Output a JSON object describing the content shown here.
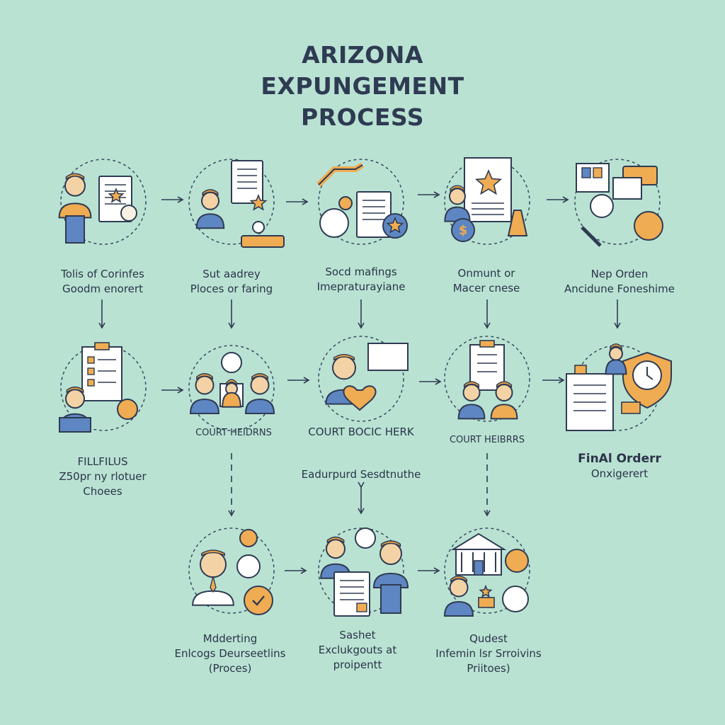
{
  "title": [
    "ARIZONA",
    "EXPUNGEMENT",
    "PROCESS"
  ],
  "steps": [
    {
      "id": "s1",
      "icon": "person-document-star-icon",
      "lines": [
        "Tolis of Corinfes",
        "Goodm enorert"
      ]
    },
    {
      "id": "s2",
      "icon": "support-agent-icon",
      "lines": [
        "Sut aadrey",
        "Ploces  or faring"
      ]
    },
    {
      "id": "s3",
      "icon": "documents-star-icon",
      "lines": [
        "Socd mafings",
        "Imepraturayiane"
      ]
    },
    {
      "id": "s4",
      "icon": "certificate-fees-icon",
      "lines": [
        "Onmunt or",
        "Macer cnese"
      ]
    },
    {
      "id": "s5",
      "icon": "notice-board-icon",
      "lines": [
        "Nep Orden",
        "Ancidune Foneshime"
      ]
    },
    {
      "id": "s6",
      "icon": "filing-checklist-icon",
      "lines": [
        "FILLFILUS",
        "Z50pr ny rlotuer",
        "Choees"
      ]
    },
    {
      "id": "s7",
      "icon": "court-hearing-people-icon",
      "lines": [
        "COURT HEIDRNS"
      ]
    },
    {
      "id": "s8",
      "icon": "court-clerk-icon",
      "lines": [
        "COURT BOCIC HERK"
      ]
    },
    {
      "id": "s9",
      "icon": "hearing-clipboard-icon",
      "lines": [
        "COURT HEIBRRS"
      ]
    },
    {
      "id": "s10",
      "icon": "final-order-shield-icon",
      "lines": [
        "FinAl Orderr",
        "Onxigerert"
      ]
    },
    {
      "id": "s11",
      "icon": "meeting-person-icon",
      "lines": [
        "Mdderting",
        "Enlcogs Deurseetlins",
        "(Proces)"
      ]
    },
    {
      "id": "s12",
      "icon": "two-people-document-icon",
      "lines": [
        "Sashet",
        "Exclukgouts at",
        "proipentt"
      ]
    },
    {
      "id": "s13",
      "icon": "courthouse-icon",
      "lines": [
        "Qudest",
        "Infemin lsr Srroivins",
        "Priitoes)"
      ]
    }
  ],
  "mid_note": "Eadurpurd Sesdtnuthe",
  "colors": {
    "background": "#b9e2d3",
    "navy": "#2f3b52",
    "blue": "#5e86c2",
    "orange": "#f0ac52",
    "white": "#ffffff",
    "cream": "#f7f2e3",
    "dash": "#3b4a60"
  }
}
